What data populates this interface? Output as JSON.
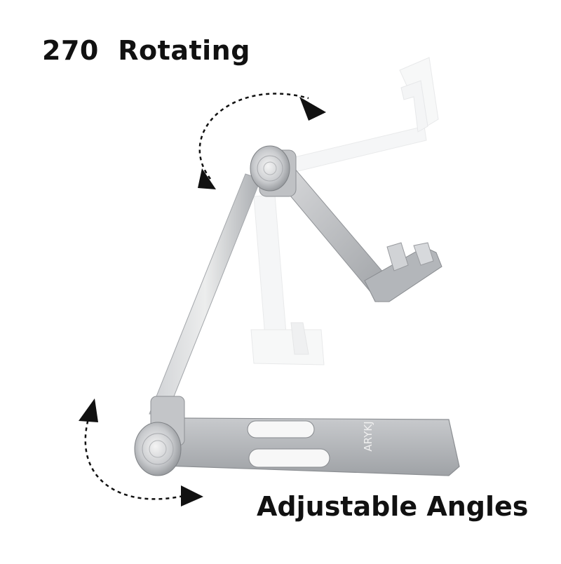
{
  "headline_top": "270  Rotating",
  "headline_bottom": "Adjustable Angles",
  "brand_mark": "ARYKJ",
  "colors": {
    "metal_light": "#e6e7e9",
    "metal_mid": "#b9bbbe",
    "metal_dark": "#8d9094",
    "ghost": "#f1f2f3",
    "arrow": "#111111",
    "text": "#111111"
  }
}
